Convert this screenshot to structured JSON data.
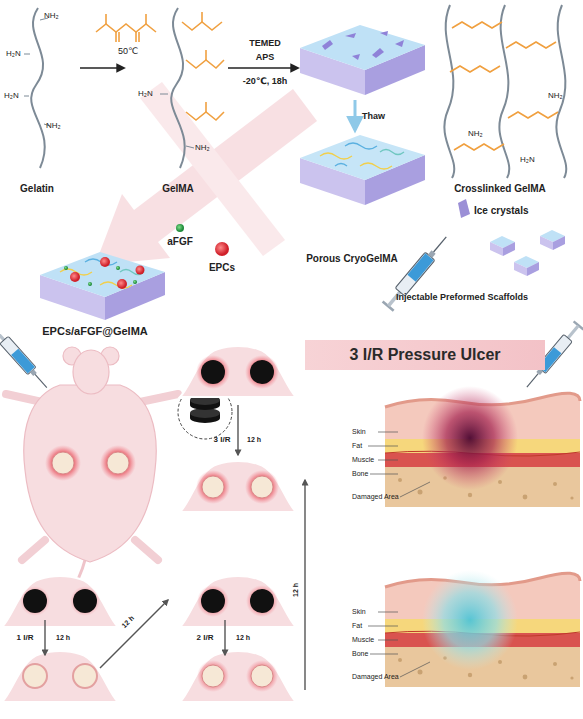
{
  "diagram": {
    "nodes": [
      {
        "text": [
          "3 I/R Pressure Ulcer"
        ]
      }
    ],
    "labels": [
      "NH₂",
      "H₂N",
      "H₂N",
      "NH₂",
      "Gelatin",
      "50℃",
      "H₂N",
      "NH₂",
      "GelMA",
      "TEMED",
      "APS",
      "-20℃, 18h",
      "Thaw",
      "NH₂",
      "NH₂",
      "H₂N",
      "Crosslinked GelMA",
      "Ice crystals",
      "aFGF",
      "EPCs",
      "Porous CryoGelMA",
      "Injectable Preformed Scaffolds",
      "EPCs/aFGF@GelMA",
      "3 I/R",
      "12 h",
      "Skin",
      "Fat",
      "Muscle",
      "Bone",
      "Damaged Area",
      "12 h",
      "1 I/R",
      "12 h",
      "12 h",
      "2 I/R",
      "12 h",
      "Skin",
      "Fat",
      "Muscle",
      "Bone",
      "Damaged Area"
    ]
  }
}
